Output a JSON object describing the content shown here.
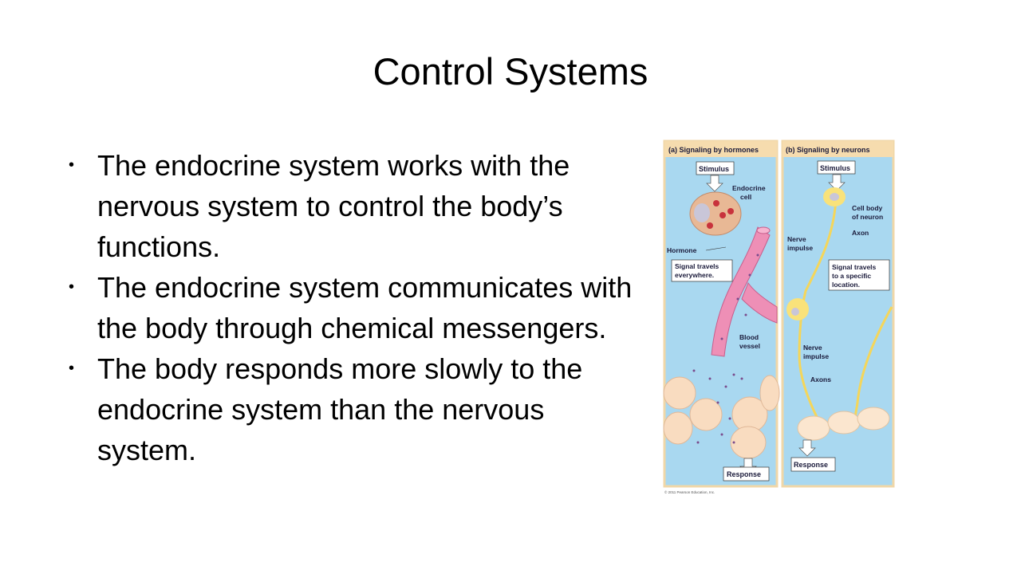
{
  "slide": {
    "title": "Control Systems",
    "bullets": [
      "The endocrine system works with the nervous system to control the body’s functions.",
      "The endocrine system communicates with the body through chemical messengers.",
      "The body responds more slowly to the endocrine system than the nervous system."
    ]
  },
  "figure": {
    "panel_a": {
      "header": "(a) Signaling by hormones",
      "stimulus": "Stimulus",
      "endocrine_cell": [
        "Endocrine",
        "cell"
      ],
      "hormone": "Hormone",
      "signal_box": [
        "Signal travels",
        "everywhere."
      ],
      "blood_vessel": [
        "Blood",
        "vessel"
      ],
      "response": "Response"
    },
    "panel_b": {
      "header": "(b) Signaling by neurons",
      "stimulus": "Stimulus",
      "cell_body": [
        "Cell body",
        "of neuron"
      ],
      "axon": "Axon",
      "nerve_impulse_1": [
        "Nerve",
        "impulse"
      ],
      "signal_box": [
        "Signal travels",
        "to a specific",
        "location."
      ],
      "nerve_impulse_2": [
        "Nerve",
        "impulse"
      ],
      "axons": "Axons",
      "response": "Response"
    },
    "copyright": "© 2011 Pearson Education, Inc.",
    "colors": {
      "panel_bg": "#a9d8f0",
      "header_bg": "#f6dcae",
      "vessel": "#ee8fb6",
      "neuron": "#f9e27a",
      "cell": "#fde3c8"
    }
  }
}
